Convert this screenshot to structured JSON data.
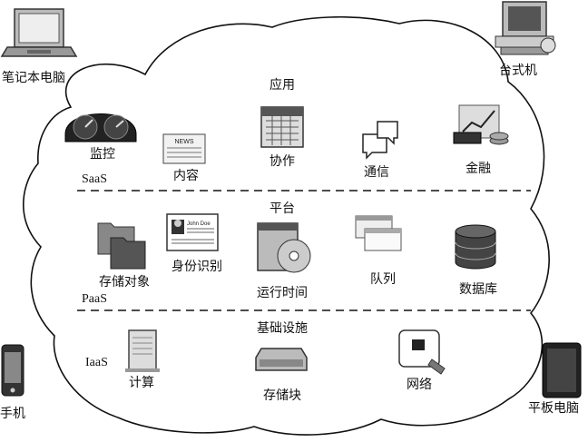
{
  "devices": {
    "laptop": "笔记本电脑",
    "desktop": "台式机",
    "phone": "手机",
    "tablet": "平板电脑"
  },
  "saas": {
    "title": "应用",
    "layer": "SaaS",
    "items": [
      "监控",
      "内容",
      "协作",
      "通信",
      "金融"
    ]
  },
  "paas": {
    "title": "平台",
    "layer": "PaaS",
    "items": [
      "存储对象",
      "身份识别",
      "运行时间",
      "队列",
      "数据库"
    ]
  },
  "iaas": {
    "title": "基础设施",
    "layer": "IaaS",
    "items": [
      "计算",
      "存储块",
      "网络"
    ]
  },
  "icons": {
    "id_card_name": "John Doe",
    "newspaper_text": "NEWS"
  }
}
